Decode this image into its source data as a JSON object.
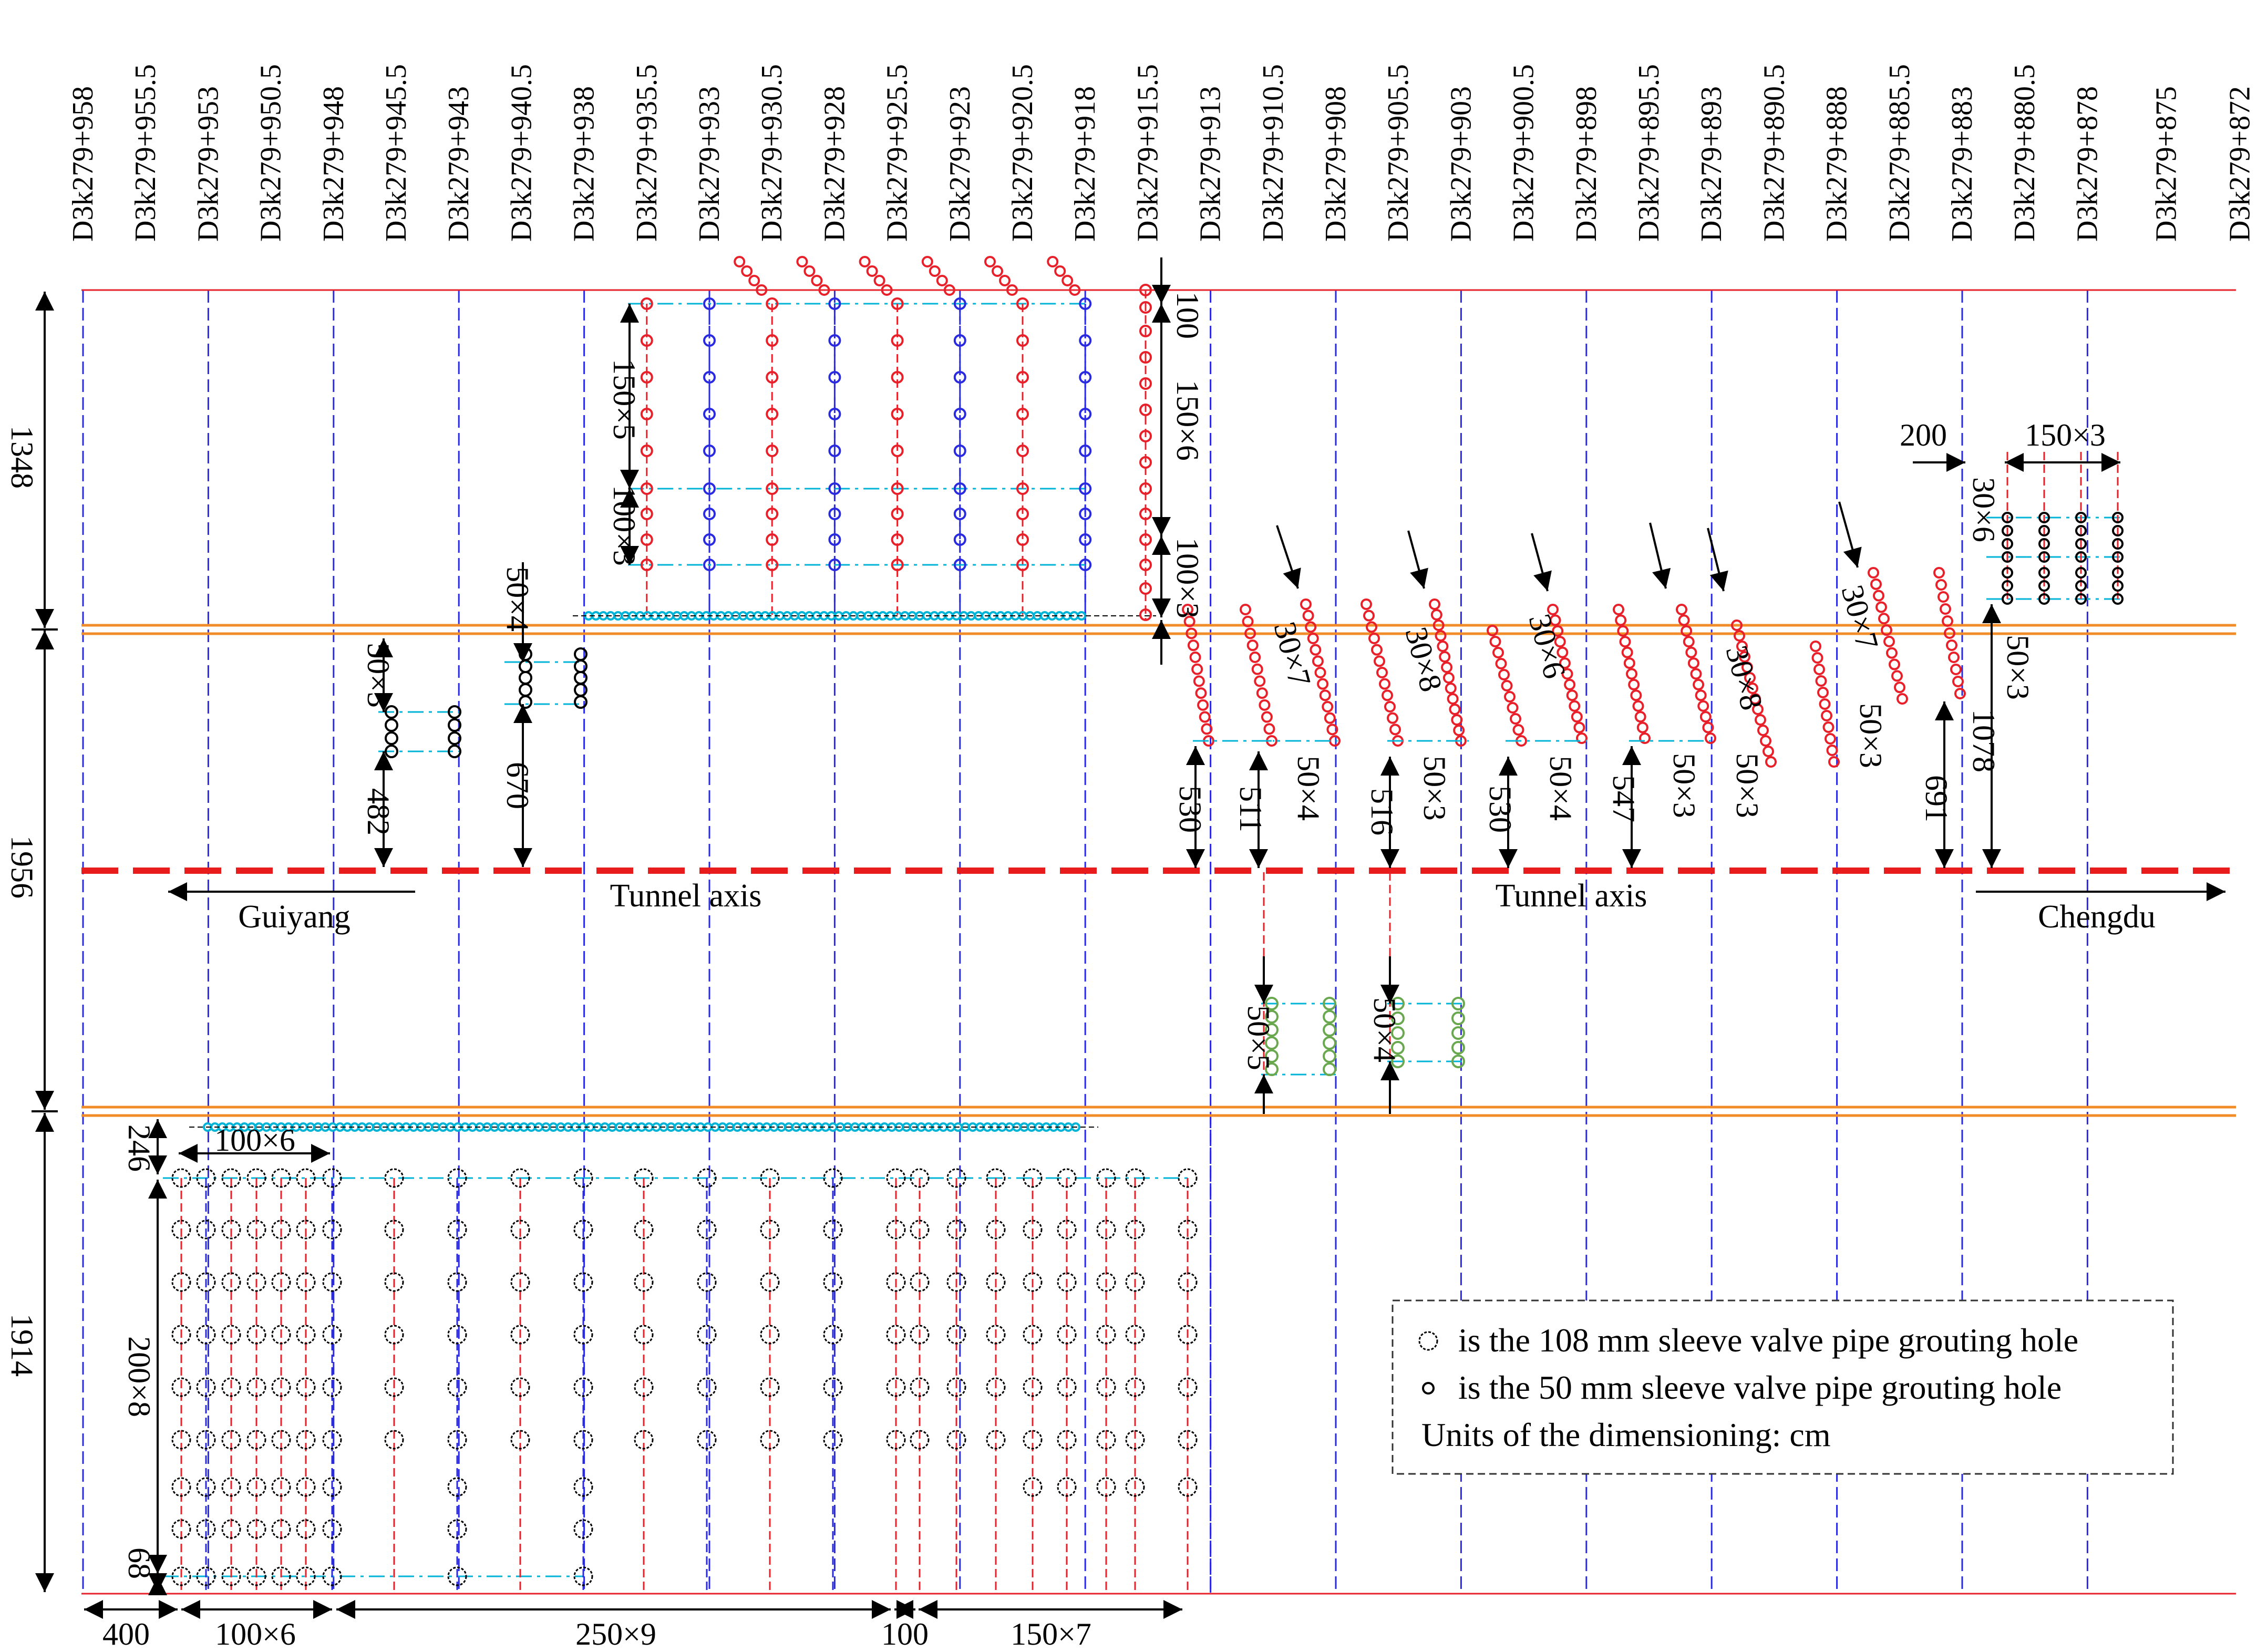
{
  "stations": [
    "D3k279+958",
    "D3k279+955.5",
    "D3k279+953",
    "D3k279+950.5",
    "D3k279+948",
    "D3k279+945.5",
    "D3k279+943",
    "D3k279+940.5",
    "D3k279+938",
    "D3k279+935.5",
    "D3k279+933",
    "D3k279+930.5",
    "D3k279+928",
    "D3k279+925.5",
    "D3k279+923",
    "D3k279+920.5",
    "D3k279+918",
    "D3k279+915.5",
    "D3k279+913",
    "D3k279+910.5",
    "D3k279+908",
    "D3k279+905.5",
    "D3k279+903",
    "D3k279+900.5",
    "D3k279+898",
    "D3k279+895.5",
    "D3k279+893",
    "D3k279+890.5",
    "D3k279+888",
    "D3k279+885.5",
    "D3k279+883",
    "D3k279+880.5",
    "D3k279+878",
    "D3k279+875",
    "D3k279+872"
  ],
  "left_dims": {
    "top": "1348",
    "middle": "1956",
    "bottom": "1914"
  },
  "bottom_dims": {
    "d400": "400",
    "d100x6": "100×6",
    "d250x9": "250×9",
    "d100": "100",
    "d150x7": "150×7"
  },
  "axis": {
    "label_left": "Tunnel axis",
    "label_right": "Tunnel axis",
    "dir_left": "Guiyang",
    "dir_right": "Chengdu"
  },
  "top_zone": {
    "d150x5": "150×5",
    "d100x3": "100×3",
    "d100": "100",
    "d150x6": "150×6",
    "d100x3b": "100×3"
  },
  "upper_left": {
    "d50x3": "50×3",
    "d482": "482",
    "d50x4": "50×4",
    "d670": "670"
  },
  "right_zone": {
    "d530a": "530",
    "d511": "511",
    "d30x7a": "30×7",
    "d50x4a": "50×4",
    "d516": "516",
    "d30x8a": "30×8",
    "d50x3a": "50×3",
    "d530b": "530",
    "d30x6": "30×6",
    "d50x4b": "50×4",
    "d547": "547",
    "d50x3b": "50×3",
    "d30x8b": "30×8",
    "d50x3c": "50×3",
    "d30x7b": "30×7",
    "d50x3d": "50×3",
    "d691": "691",
    "d200": "200",
    "d150x3": "150×3",
    "d30x6b": "30×6",
    "d50x3e": "50×3",
    "d1078": "1078"
  },
  "lower_small": {
    "d50x5": "50×5",
    "d50x4": "50×4"
  },
  "bottom_zone": {
    "d246": "246",
    "d100x6": "100×6",
    "d200x8": "200×8",
    "d68": "68"
  },
  "legend": {
    "line1": "is the 108 mm sleeve valve pipe grouting hole",
    "line2": "is the 50 mm sleeve valve pipe grouting hole",
    "line3": "Units of the dimensioning: cm"
  },
  "colors": {
    "boundary": "#e8202a",
    "grid_blue": "#2a2ae0",
    "hole_red": "#e8202a",
    "hole_cyan": "#00b4d8",
    "tunnel_wall": "#f28c28",
    "axis_red": "#e81c1c",
    "legend_border": "#333333"
  }
}
